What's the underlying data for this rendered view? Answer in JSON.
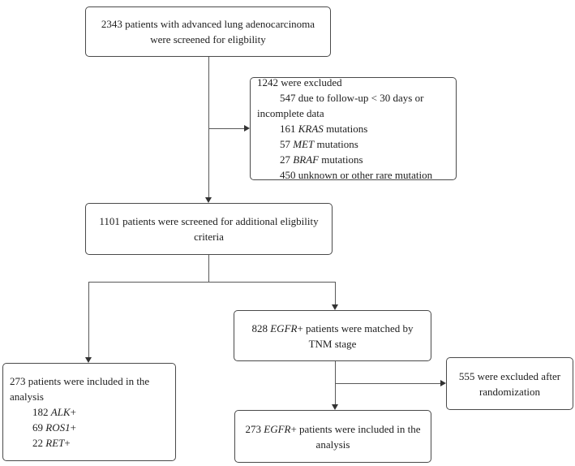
{
  "diagram": {
    "background": "#ffffff",
    "box_border_color": "#4a4a4a",
    "connector_color": "#595959",
    "arrow_color": "#333333",
    "text_color": "#202020",
    "boxes": {
      "screening": {
        "align": "center",
        "paragraphs": [
          {
            "indent": false,
            "segments": [
              {
                "text": "2343 patients with advanced lung adenocarcinoma were screened for eligbility",
                "italic": false
              }
            ]
          }
        ]
      },
      "excluded_first": {
        "align": "left",
        "paragraphs": [
          {
            "indent": false,
            "segments": [
              {
                "text": "1242 were excluded",
                "italic": false
              }
            ]
          },
          {
            "indent": true,
            "segments": [
              {
                "text": "547 due to follow-up < 30 days or incomplete data",
                "italic": false
              }
            ]
          },
          {
            "indent": true,
            "segments": [
              {
                "text": "161 ",
                "italic": false
              },
              {
                "text": "KRAS",
                "italic": true
              },
              {
                "text": " mutations",
                "italic": false
              }
            ]
          },
          {
            "indent": true,
            "segments": [
              {
                "text": "57 ",
                "italic": false
              },
              {
                "text": "MET",
                "italic": true
              },
              {
                "text": " mutations",
                "italic": false
              }
            ]
          },
          {
            "indent": true,
            "segments": [
              {
                "text": "27 ",
                "italic": false
              },
              {
                "text": "BRAF",
                "italic": true
              },
              {
                "text": " mutations",
                "italic": false
              }
            ]
          },
          {
            "indent": true,
            "segments": [
              {
                "text": "450 unknown or other rare mutation",
                "italic": false
              }
            ]
          }
        ]
      },
      "additional_screening": {
        "align": "center",
        "paragraphs": [
          {
            "indent": false,
            "segments": [
              {
                "text": "1101 patients were screened for additional eligbility criteria",
                "italic": false
              }
            ]
          }
        ]
      },
      "egfr_matched": {
        "align": "center",
        "paragraphs": [
          {
            "indent": false,
            "segments": [
              {
                "text": "828 ",
                "italic": false
              },
              {
                "text": "EGFR",
                "italic": true
              },
              {
                "text": "+ patients were matched by TNM stage",
                "italic": false
              }
            ]
          }
        ]
      },
      "included_analysis": {
        "align": "left",
        "paragraphs": [
          {
            "indent": false,
            "segments": [
              {
                "text": "273 patients were included in the analysis",
                "italic": false
              }
            ]
          },
          {
            "indent": true,
            "segments": [
              {
                "text": "182 ",
                "italic": false
              },
              {
                "text": "ALK",
                "italic": true
              },
              {
                "text": "+",
                "italic": false
              }
            ]
          },
          {
            "indent": true,
            "segments": [
              {
                "text": "69 ",
                "italic": false
              },
              {
                "text": "ROS1",
                "italic": true
              },
              {
                "text": "+",
                "italic": false
              }
            ]
          },
          {
            "indent": true,
            "segments": [
              {
                "text": "22 ",
                "italic": false
              },
              {
                "text": "RET",
                "italic": true
              },
              {
                "text": "+",
                "italic": false
              }
            ]
          }
        ]
      },
      "excluded_randomization": {
        "align": "center",
        "paragraphs": [
          {
            "indent": false,
            "segments": [
              {
                "text": "555 were excluded after randomization",
                "italic": false
              }
            ]
          }
        ]
      },
      "egfr_included": {
        "align": "center",
        "paragraphs": [
          {
            "indent": false,
            "segments": [
              {
                "text": "273 ",
                "italic": false
              },
              {
                "text": "EGFR",
                "italic": true
              },
              {
                "text": "+ patients were included in the analysis",
                "italic": false
              }
            ]
          }
        ]
      }
    }
  }
}
